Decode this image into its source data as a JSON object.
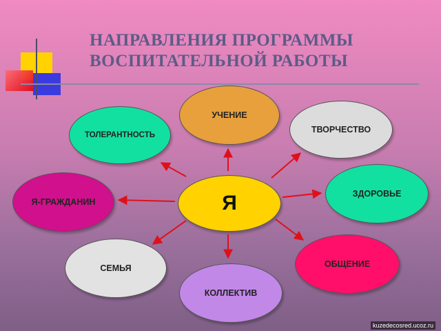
{
  "title": {
    "line1": "НАПРАВЛЕНИЯ ПРОГРАММЫ",
    "line2": "ВОСПИТАТЕЛЬНОЙ РАБОТЫ"
  },
  "center": "Я",
  "nodes": {
    "study": "УЧЕНИЕ",
    "tolerance": "ТОЛЕРАНТНОСТЬ",
    "creativity": "ТВОРЧЕСТВО",
    "health": "ЗДОРОВЬЕ",
    "citizen": "Я-ГРАЖДАНИН",
    "communication": "ОБЩЕНИЕ",
    "family": "СЕМЬЯ",
    "collective": "КОЛЛЕКТИВ"
  },
  "colors": {
    "center": "#ffd200",
    "study": "#e8a03c",
    "tolerance": "#12e0a0",
    "creativity": "#dcdcdc",
    "health": "#12e0a0",
    "citizen": "#d0108c",
    "communication": "#ff0f6a",
    "family": "#e2e2e2",
    "collective": "#c288e8",
    "arrow": "#e0101a"
  },
  "watermark": "kuzedecosred.ucoz.ru"
}
